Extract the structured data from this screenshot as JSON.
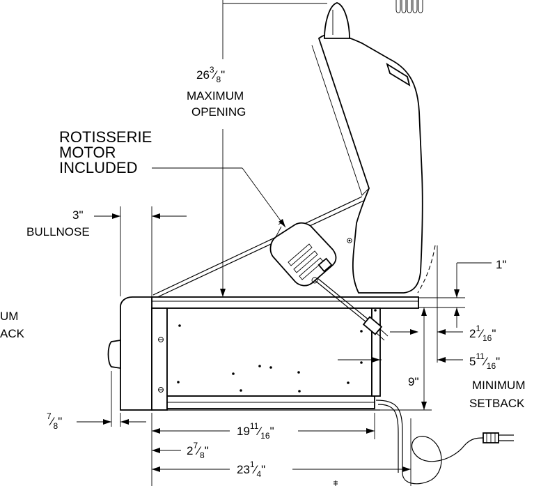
{
  "labels": {
    "rotisserie_line1": "ROTISSERIE",
    "rotisserie_line2": "MOTOR",
    "rotisserie_line3": "INCLUDED",
    "max_opening_main": "26",
    "max_opening_num": "3",
    "max_opening_den": "8",
    "max_opening_unit": "\"",
    "max_opening_line1": "MAXIMUM",
    "max_opening_line2": "OPENING",
    "bullnose_dim": "3\"",
    "bullnose_label": "BULLNOSE",
    "left_cut_line1": "UM",
    "left_cut_line2": "ACK",
    "dim_1": "1\"",
    "dim_2_main": "2",
    "dim_2_num": "1",
    "dim_2_den": "16",
    "dim_2_unit": "\"",
    "dim_5_main": "5",
    "dim_5_num": "11",
    "dim_5_den": "16",
    "dim_5_unit": "\"",
    "min_setback_line1": "MINIMUM",
    "min_setback_line2": "SETBACK",
    "dim_9": "9\"",
    "dim_7_num": "7",
    "dim_7_den": "8",
    "dim_7_unit": "\"",
    "dim_19_main": "19",
    "dim_19_num": "11",
    "dim_19_den": "16",
    "dim_19_unit": "\"",
    "dim_2b_main": "2",
    "dim_2b_num": "7",
    "dim_2b_den": "8",
    "dim_2b_unit": "\"",
    "dim_23_main": "23",
    "dim_23_num": "1",
    "dim_23_den": "4",
    "dim_23_unit": "\""
  }
}
